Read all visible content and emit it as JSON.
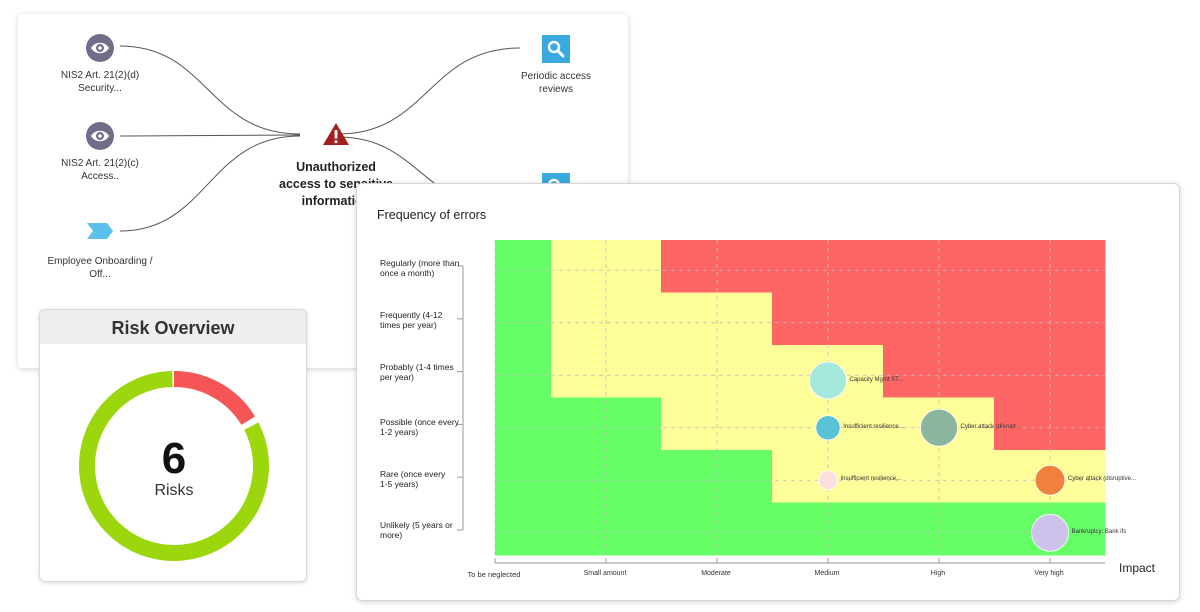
{
  "flow": {
    "inputs": [
      {
        "label_line1": "NIS2 Art. 21(2)(d)",
        "label_line2": "Security...",
        "icon": "eye-icon"
      },
      {
        "label_line1": "NIS2 Art. 21(2)(c)",
        "label_line2": "Access..",
        "icon": "eye-icon"
      },
      {
        "label_line1": "Employee Onboarding /",
        "label_line2": "Off...",
        "icon": "chevron-icon"
      }
    ],
    "center": {
      "line1": "Unauthorized",
      "line2": "access to sensitive",
      "line3": "information",
      "icon": "warning-triangle-icon"
    },
    "outputs": [
      {
        "label_line1": "Periodic access",
        "label_line2": "reviews",
        "icon": "search-icon"
      }
    ],
    "colors": {
      "eye": "#6f6d8a",
      "chevron": "#5bc0eb",
      "search": "#3aa9df",
      "warning": "#a51d1d"
    }
  },
  "risk_overview": {
    "title": "Risk Overview",
    "count": "6",
    "label": "Risks",
    "high_fraction": 0.17,
    "colors": {
      "high": "#f65555",
      "low": "#9bd70c"
    }
  },
  "heatmap": {
    "title": "Frequency of errors",
    "axis_label": "Impact",
    "frequency_levels": [
      {
        "line1": "Regularly (more than",
        "line2": "once a month)"
      },
      {
        "line1": "Frequently (4-12",
        "line2": "times per year)"
      },
      {
        "line1": "Probably (1-4 times",
        "line2": "per year)"
      },
      {
        "line1": "Possible (once every",
        "line2": "1-2 years)"
      },
      {
        "line1": "Rare (once every",
        "line2": "1-5 years)"
      },
      {
        "line1": "Unlikely (5 years or",
        "line2": "more)"
      }
    ],
    "impact_levels": [
      "To be neglected",
      "Small amount",
      "Moderate",
      "Medium",
      "High",
      "Very high"
    ],
    "zone_colors": {
      "green": "#66fe66",
      "yellow": "#fdfd9a",
      "red": "#fe6666"
    },
    "risks": [
      {
        "label": "Capacity Mgmt ST...",
        "impact": 3,
        "frequency": 2.1,
        "color": "#a5e9dd",
        "size": 1.0
      },
      {
        "label": "Insufficient resilience...",
        "impact": 3,
        "frequency": 3,
        "color": "#5bc3d6",
        "size": 0.65
      },
      {
        "label": "Cyber attack (disrupt...",
        "impact": 4,
        "frequency": 3,
        "color": "#8bb59e",
        "size": 1.0
      },
      {
        "label": "Insufficient resilience...",
        "impact": 3,
        "frequency": 4,
        "color": "#fbe0e0",
        "size": 0.5
      },
      {
        "label": "Cyber attack (disruptive...",
        "impact": 5,
        "frequency": 4,
        "color": "#f0813d",
        "size": 0.8
      },
      {
        "label": "Bankruptcy: Bank ifs",
        "impact": 5,
        "frequency": 5,
        "color": "#cdc3ea",
        "size": 1.0
      }
    ]
  }
}
